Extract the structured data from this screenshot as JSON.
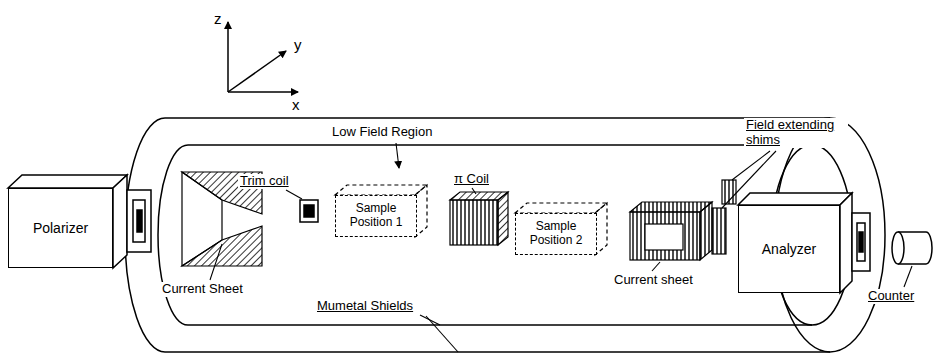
{
  "diagram": {
    "nodes": [
      {
        "text": [
          "Polarizer"
        ]
      },
      {
        "text": [
          "Sample Position 1"
        ]
      },
      {
        "text": [
          "Sample Position 2"
        ]
      },
      {
        "text": [
          "Analyzer"
        ]
      }
    ],
    "labels": [
      "z",
      "y",
      "x",
      "Low Field Region",
      "Trim coil",
      "π Coil",
      "Current Sheet",
      "Current sheet",
      "Mumetal Shields",
      "Field extending shims",
      "Counter"
    ]
  }
}
